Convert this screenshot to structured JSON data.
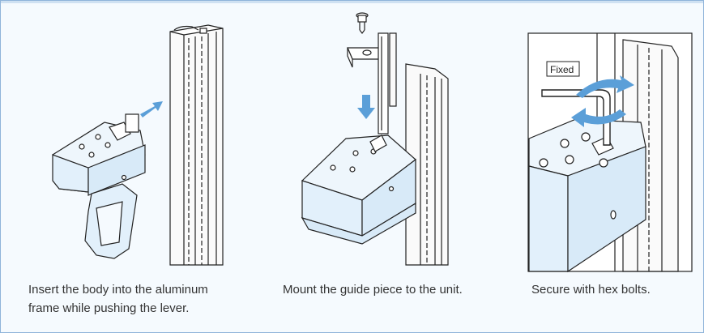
{
  "steps": [
    {
      "caption_line1": "Insert the body into the aluminum",
      "caption_line2": "frame while pushing the lever."
    },
    {
      "caption_line1": "Mount the guide piece to the unit."
    },
    {
      "caption_line1": "Secure with hex bolts.",
      "detail_label": "Fixed"
    }
  ],
  "colors": {
    "frame_border": "#8fb4da",
    "background": "#f5fafe",
    "arrow_blue": "#5b9fd8",
    "body_fill": "#e2f0fb",
    "line": "#222222"
  },
  "icons": [
    "arrow-insert-icon",
    "arrow-down-icon",
    "rotation-arrows-icon",
    "hex-wrench-icon",
    "screw-icon"
  ]
}
